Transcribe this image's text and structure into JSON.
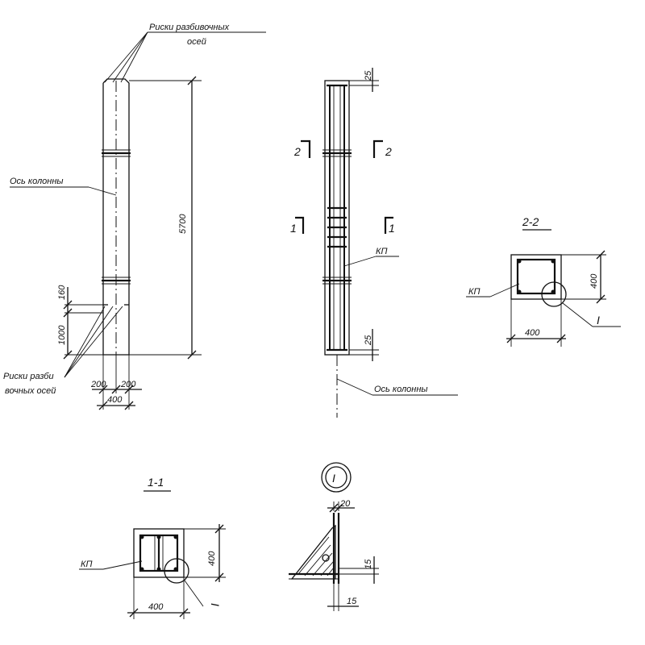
{
  "labels": {
    "axis_marks_top_line1": "Риски разбивочных",
    "axis_marks_top_line2": "осей",
    "column_axis_left": "Ось колонны",
    "axis_marks_bottom_line1": "Риски разби",
    "axis_marks_bottom_line2": "вочных осей",
    "column_axis_right": "Ось колонны",
    "kp_front": "КП",
    "kp_section_22": "КП",
    "kp_section_11": "КП"
  },
  "dimensions": {
    "height_total": "5700",
    "d_160": "160",
    "d_1000": "1000",
    "d_200_left": "200",
    "d_200_right": "200",
    "width_400_front": "400",
    "d_25_top": "25",
    "d_25_bottom": "25",
    "s22_width": "400",
    "s22_height": "400",
    "s11_width": "400",
    "s11_height": "400",
    "det_20": "20",
    "det_15_v": "15",
    "det_15_h": "15"
  },
  "sections": {
    "s22_title": "2-2",
    "s11_title": "1-1",
    "cut2_left": "2",
    "cut2_right": "2",
    "cut1_left": "1",
    "cut1_right": "1"
  },
  "detail": {
    "callout_s22": "I",
    "callout_s11": "I",
    "title": "I"
  }
}
